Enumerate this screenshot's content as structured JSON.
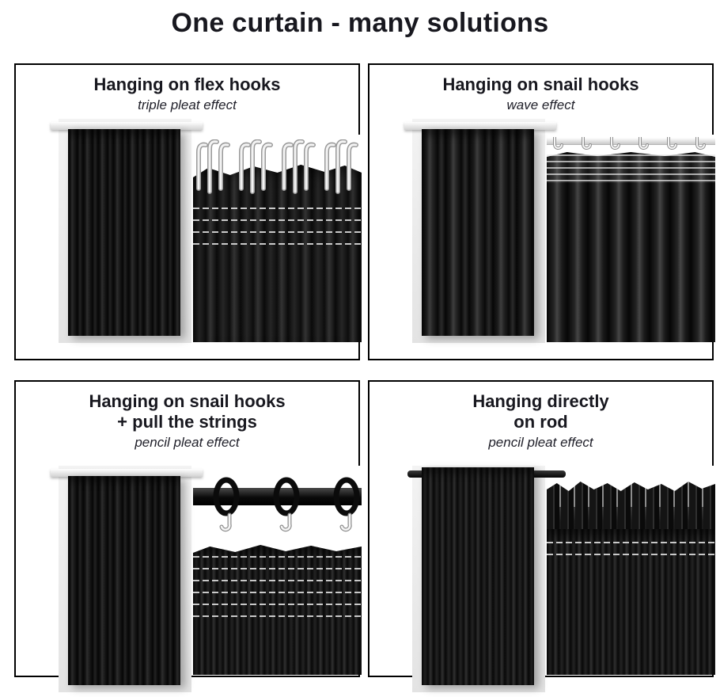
{
  "page": {
    "title": "One curtain - many solutions"
  },
  "sections": [
    {
      "title_lines": [
        "Hanging on flex hooks",
        ""
      ],
      "subtitle": "triple pleat effect"
    },
    {
      "title_lines": [
        "Hanging on snail hooks",
        ""
      ],
      "subtitle": "wave effect"
    },
    {
      "title_lines": [
        "Hanging on snail hooks",
        "+ pull the strings"
      ],
      "subtitle": "pencil pleat effect"
    },
    {
      "title_lines": [
        "Hanging directly",
        "on rod"
      ],
      "subtitle": "pencil pleat effect"
    }
  ],
  "colors": {
    "heading_text": "#18181f",
    "card_border": "#000000",
    "wall_background": "#ededed",
    "curtain_fabric": "#111111",
    "rod": "#0d0d0d",
    "hook_metal": "#f2f2f2"
  }
}
